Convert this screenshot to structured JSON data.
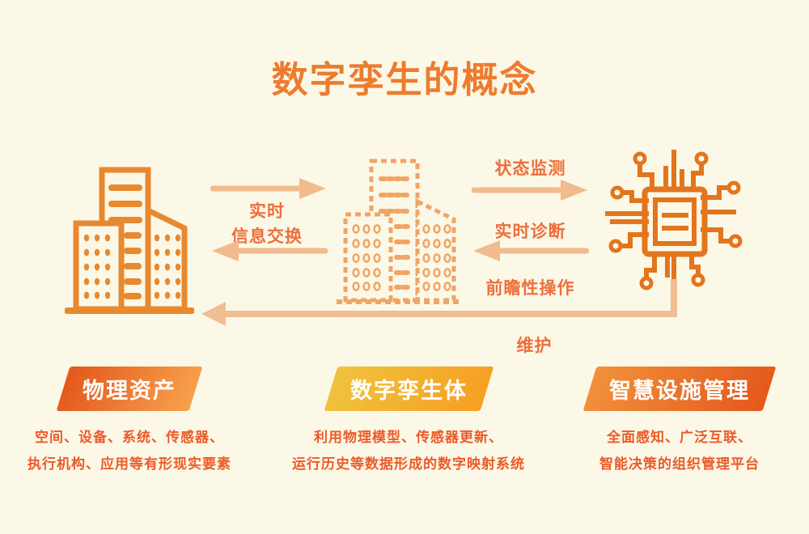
{
  "title": "数字孪生的概念",
  "flow": {
    "exchange_label_line1": "实时",
    "exchange_label_line2": "信息交换",
    "monitor_label": "状态监测",
    "diagnose_label": "实时诊断",
    "proactive_label": "前瞻性操作",
    "maintain_label": "维护"
  },
  "icons": {
    "physical_asset": "building-icon",
    "digital_twin": "building-dashed-icon",
    "smart_management": "chip-icon"
  },
  "columns": [
    {
      "banner": "物理资产",
      "desc1": "空间、设备、系统、传感器、",
      "desc2": "执行机构、应用等有形现实要素"
    },
    {
      "banner": "数字孪生体",
      "desc1": "利用物理模型、传感器更新、",
      "desc2": "运行历史等数据形成的数字映射系统"
    },
    {
      "banner": "智慧设施管理",
      "desc1": "全面感知、广泛互联、",
      "desc2": "智能决策的组织管理平台"
    }
  ],
  "colors": {
    "background": "#FCF8E7",
    "title": "#ED7C2F",
    "building_solid": "#E8892F",
    "building_dashed": "#F0A566",
    "chip": "#E2761D",
    "arrow": "#F1BB8E",
    "arrow_label": "#EC6F3C",
    "description_text": "#EB5B28",
    "banner_left_gradient": [
      "#E4571B",
      "#F7A24E"
    ],
    "banner_middle_gradient": [
      "#EFC33E",
      "#F79E22"
    ],
    "banner_right_gradient": [
      "#F2913C",
      "#E4581B"
    ]
  }
}
